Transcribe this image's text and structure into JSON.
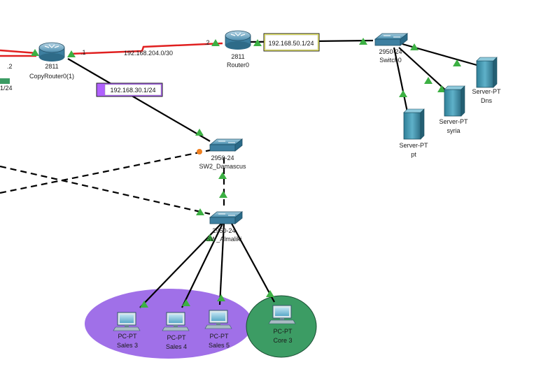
{
  "topology": {
    "devices": {
      "copy_router": {
        "model": "2811",
        "name": "CopyRouter0(1)"
      },
      "router0": {
        "model": "2811",
        "name": "Router0"
      },
      "switch0": {
        "model": "2950-24",
        "name": "Switch0"
      },
      "sw2_damascus": {
        "model": "2950-24",
        "name": "SW2_Damascus"
      },
      "sw_almaliki": {
        "model": "2950-24",
        "name": "SW_Almaliki"
      },
      "server_dns": {
        "type": "Server-PT",
        "name": "Dns"
      },
      "server_syria": {
        "type": "Server-PT",
        "name": "syria"
      },
      "server_pt": {
        "type": "Server-PT",
        "name": "pt"
      },
      "pc_sales3": {
        "type": "PC-PT",
        "name": "Sales 3"
      },
      "pc_sales4": {
        "type": "PC-PT",
        "name": "Sales 4"
      },
      "pc_sales5": {
        "type": "PC-PT",
        "name": "Sales 5"
      },
      "pc_core3": {
        "type": "PC-PT",
        "name": "Core 3"
      }
    },
    "link_labels": {
      "copy_router_serial_port": ".1",
      "router0_serial_port": ".2",
      "left_port": ".2",
      "serial_network": "192.168.204.0/30",
      "left_cut_label": "1/24"
    },
    "ip_notes": {
      "router0_lan": "192.168.50.1/24",
      "copy_router_lan": "192.168.30.1/24"
    },
    "colors": {
      "serial_link": "#e02020",
      "ethernet_link": "#000000",
      "link_up": "#3cb043",
      "link_pending": "#f08020",
      "sales_area": "#a070e8",
      "core_area": "#3c9c64",
      "router0_note": "#ffff66",
      "copy_router_note": "#b060ff"
    }
  }
}
